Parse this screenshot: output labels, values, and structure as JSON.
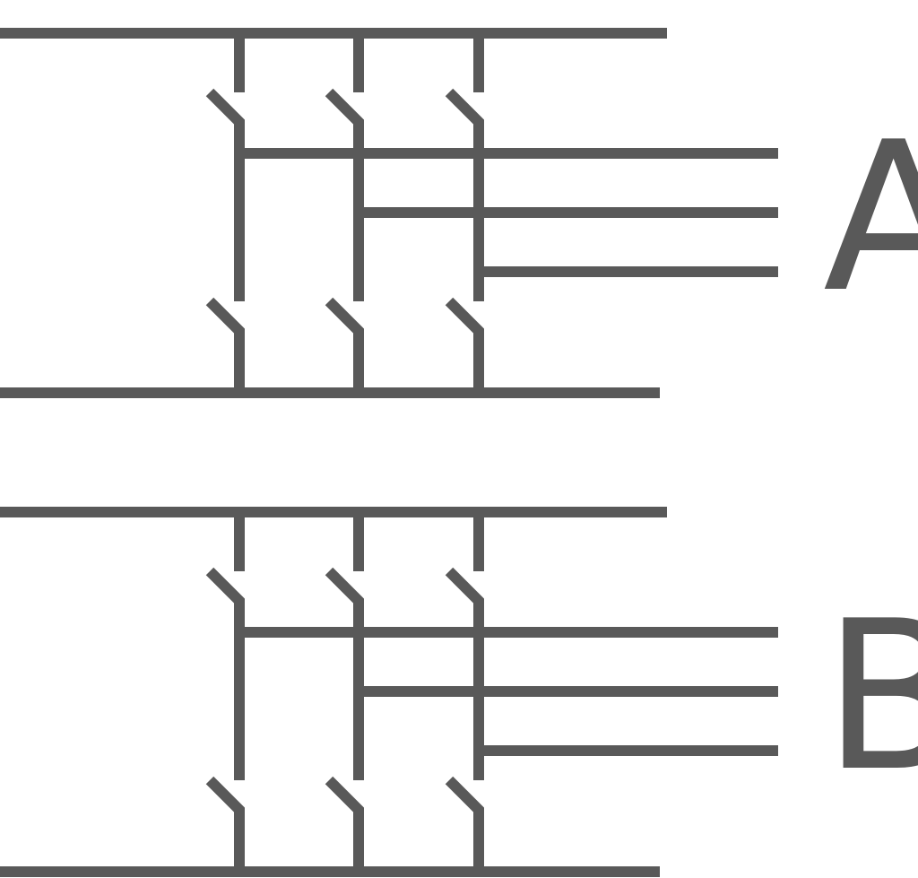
{
  "diagram": {
    "color": "#595959",
    "background": "#ffffff",
    "sections": [
      {
        "label": "A",
        "poles": 3,
        "outputs": 3
      },
      {
        "label": "B",
        "poles": 3,
        "outputs": 3
      }
    ]
  }
}
